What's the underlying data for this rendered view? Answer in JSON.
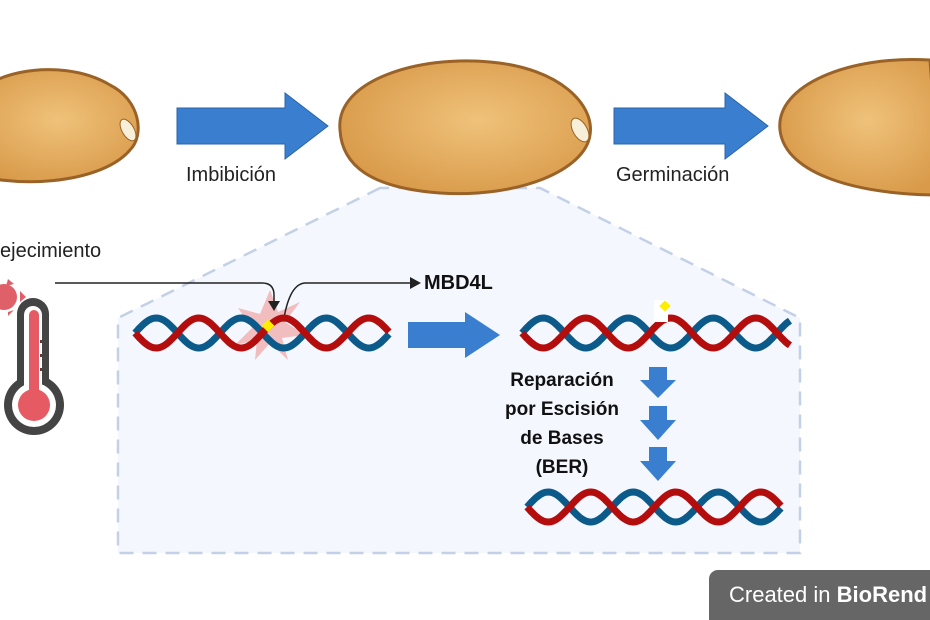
{
  "labels": {
    "imbibition": "Imbibición",
    "germination": "Germinación",
    "aging": "ejecimiento",
    "enzyme": "MBD4L",
    "ber_lines": [
      "Reparación",
      "por Escisión",
      "de Bases",
      "(BER)"
    ]
  },
  "badge": {
    "prefix": "Created in",
    "brand": "BioRend"
  },
  "colors": {
    "seed": "#e3a85a",
    "seed_outline": "#9a6226",
    "arrow": "#3a7fcf",
    "dna_red": "#b40d0d",
    "dna_blue": "#0b5a8a",
    "damage": "#f0b3b3",
    "lesion": "#ffee00",
    "panel_fill": "#f4f7fd",
    "panel_stroke": "#c4d0e6",
    "thermo": "#e65a64"
  }
}
